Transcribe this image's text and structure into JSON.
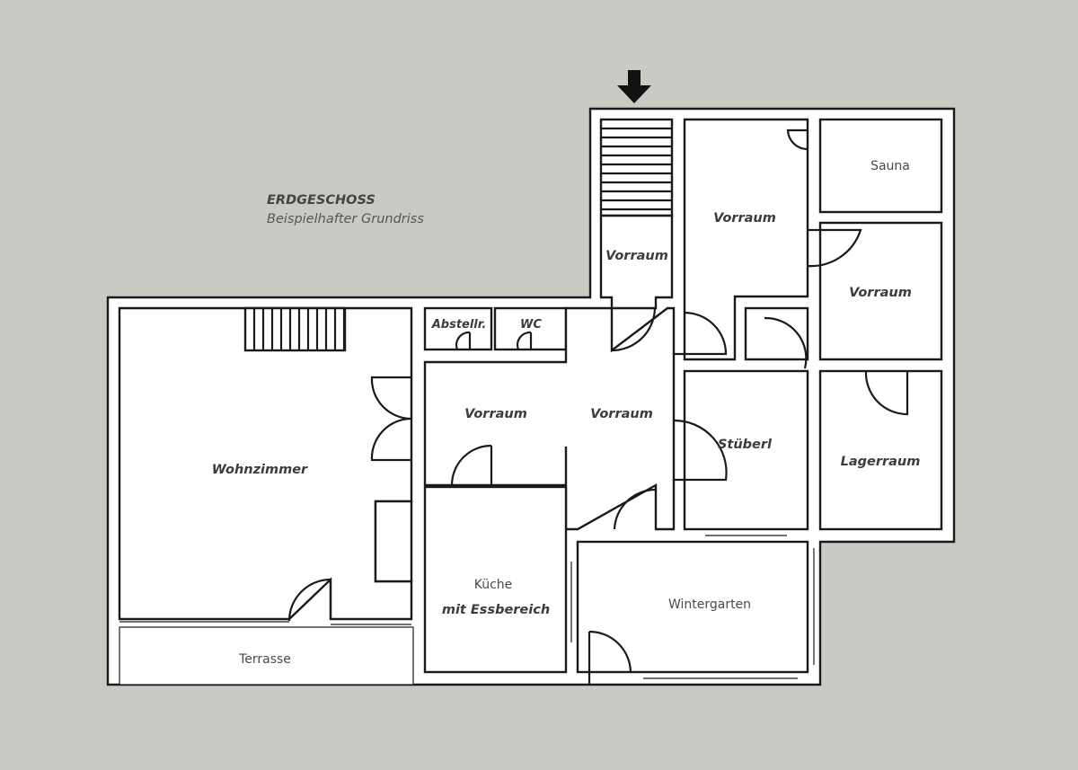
{
  "header": {
    "title": "ERDGESCHOSS",
    "subtitle": "Beispielhafter Grundriss"
  },
  "rooms": {
    "vorraum_stair": "Vorraum",
    "vorraum_top": "Vorraum",
    "sauna": "Sauna",
    "vorraum_right": "Vorraum",
    "abstellraum": "Abstellr.",
    "wc": "WC",
    "vorraum_left": "Vorraum",
    "vorraum_center": "Vorraum",
    "stueberl": "Stüberl",
    "lagerraum": "Lagerraum",
    "wohnzimmer": "Wohnzimmer",
    "kueche": "Küche",
    "kueche_sub": "mit Essbereich",
    "wintergarten": "Wintergarten",
    "terrasse": "Terrasse"
  },
  "entrance_icon": "arrow-down-icon"
}
